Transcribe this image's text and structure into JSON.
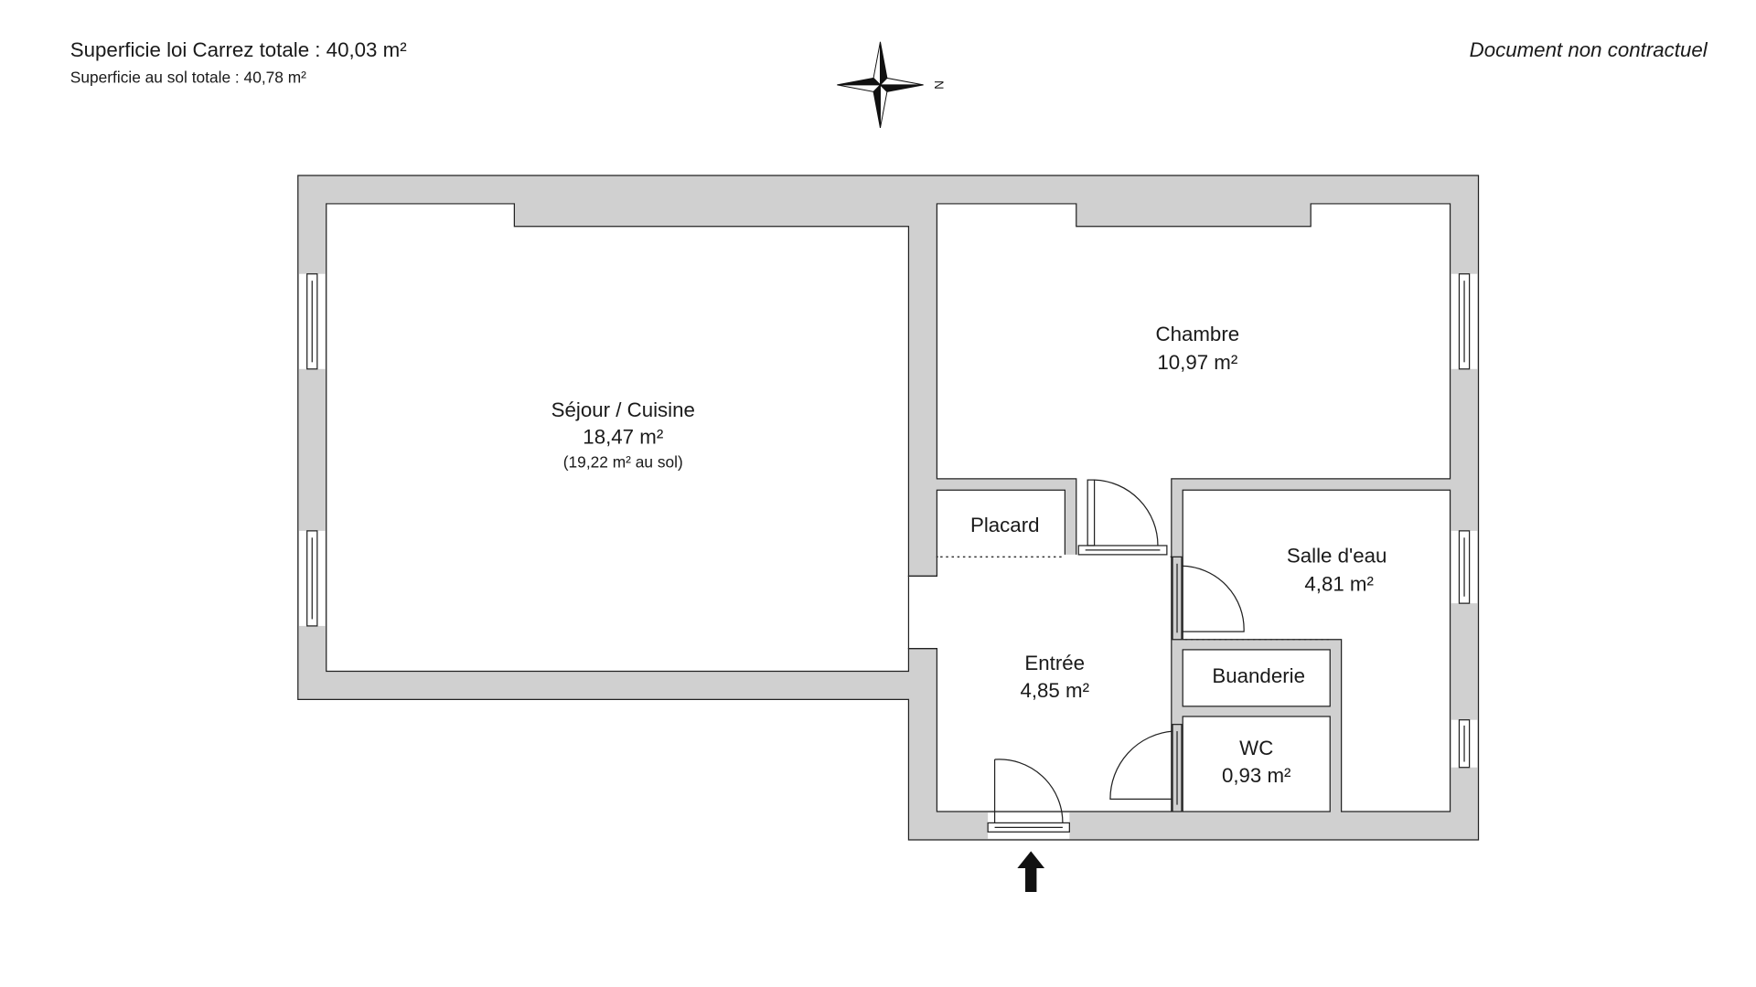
{
  "header": {
    "carrez_total": "Superficie loi Carrez totale :  40,03 m²",
    "sol_total": "Superficie au sol totale :  40,78 m²",
    "disclaimer": "Document non contractuel",
    "compass_label": "N"
  },
  "rooms": {
    "sejour": {
      "name": "Séjour / Cuisine",
      "area": "18,47 m²",
      "note": "(19,22 m² au sol)"
    },
    "chambre": {
      "name": "Chambre",
      "area": "10,97 m²"
    },
    "placard": {
      "name": "Placard"
    },
    "salle_eau": {
      "name": "Salle d'eau",
      "area": "4,81 m²"
    },
    "entree": {
      "name": "Entrée",
      "area": "4,85 m²"
    },
    "buanderie": {
      "name": "Buanderie"
    },
    "wc": {
      "name": "WC",
      "area": "0,93 m²"
    }
  },
  "colors": {
    "wall": "#d0d0d0",
    "line": "#222222"
  }
}
